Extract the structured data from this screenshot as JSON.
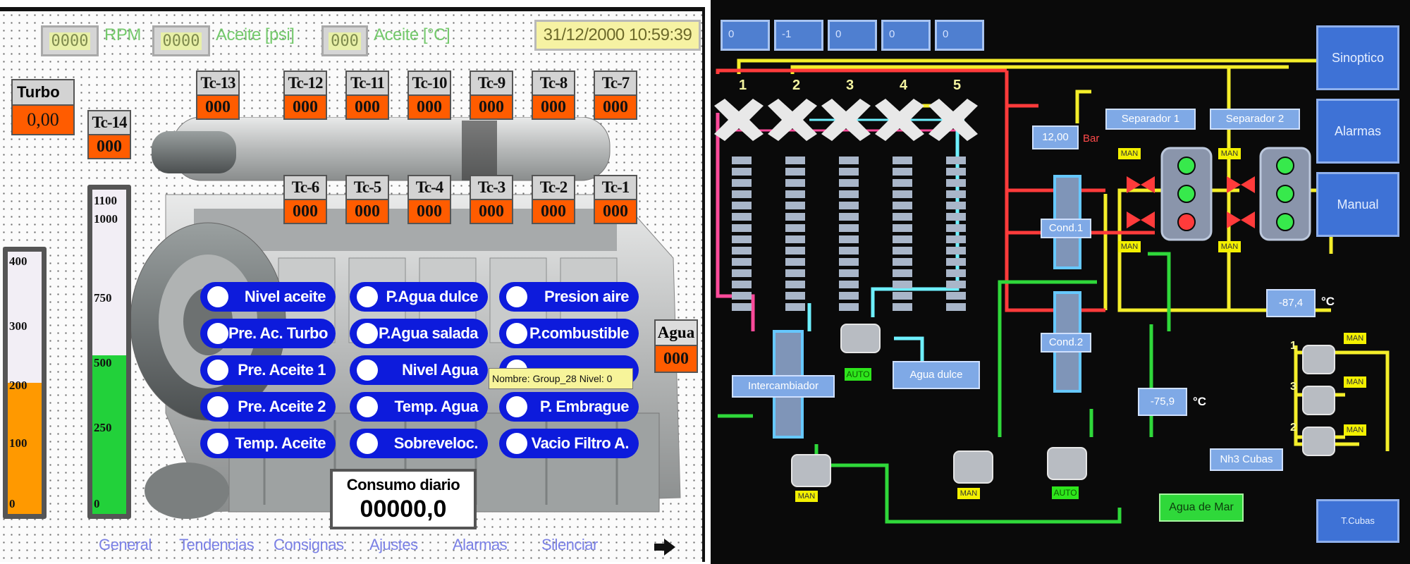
{
  "left": {
    "header": {
      "rpm_value": "0000",
      "rpm_label": "RPM",
      "oil_psi_value": "0000",
      "oil_psi_label": "Aceite [psi]",
      "oil_temp_value": "000",
      "oil_temp_label": "Aceite [°C]",
      "datetime": "31/12/2000 10:59:39"
    },
    "turbo": {
      "name": "Turbo",
      "value": "0,00"
    },
    "tc_top": [
      {
        "name": "Tc-13",
        "value": "000"
      },
      {
        "name": "Tc-12",
        "value": "000"
      },
      {
        "name": "Tc-11",
        "value": "000"
      },
      {
        "name": "Tc-10",
        "value": "000"
      },
      {
        "name": "Tc-9",
        "value": "000"
      },
      {
        "name": "Tc-8",
        "value": "000"
      },
      {
        "name": "Tc-7",
        "value": "000"
      }
    ],
    "tc14": {
      "name": "Tc-14",
      "value": "000"
    },
    "tc_bottom": [
      {
        "name": "Tc-6",
        "value": "000"
      },
      {
        "name": "Tc-5",
        "value": "000"
      },
      {
        "name": "Tc-4",
        "value": "000"
      },
      {
        "name": "Tc-3",
        "value": "000"
      },
      {
        "name": "Tc-2",
        "value": "000"
      },
      {
        "name": "Tc-1",
        "value": "000"
      }
    ],
    "agua": {
      "name": "Agua",
      "value": "000"
    },
    "gauge_left": {
      "ticks": [
        "400",
        "300",
        "200",
        "100",
        "0"
      ],
      "fill_fraction": 0.5,
      "color": "#ff9900"
    },
    "gauge_right": {
      "ticks": [
        "1100",
        "1000",
        "750",
        "500",
        "250",
        "0"
      ],
      "fill_fraction": 0.49,
      "color": "#22d13a"
    },
    "alarms": [
      "Nivel aceite",
      "P.Agua dulce",
      "Presion aire",
      "Pre. Ac. Turbo",
      "P.Agua salada",
      "P.combustible",
      "Pre. Aceite 1",
      "Nivel Agua",
      "",
      "Pre. Aceite 2",
      "Temp. Agua",
      "P. Embrague",
      "Temp. Aceite",
      "Sobreveloc.",
      "Vacio Filtro A."
    ],
    "tooltip": "Nombre: Group_28  Nivel: 0",
    "consumo": {
      "label": "Consumo diario",
      "value": "00000,0"
    },
    "nav": [
      "General",
      "Tendencias",
      "Consignas",
      "Ajustes",
      "Alarmas",
      "Silenciar"
    ]
  },
  "right": {
    "top_buttons": [
      "0",
      "-1",
      "0",
      "0",
      "0"
    ],
    "side_buttons": [
      "Sinoptico",
      "Alarmas",
      "Manual",
      "T.Cubas"
    ],
    "compressors": [
      "1",
      "2",
      "3",
      "4",
      "5"
    ],
    "pressure": {
      "value": "12,00",
      "unit": "Bar"
    },
    "separators": [
      "Separador 1",
      "Separador 2"
    ],
    "cond": [
      "Cond.1",
      "Cond.2"
    ],
    "temp1": {
      "value": "-87,4",
      "unit": "°C"
    },
    "temp2": {
      "value": "-75,9",
      "unit": "°C"
    },
    "intercambiador": "Intercambiador",
    "agua_dulce": "Agua dulce",
    "agua_mar": "Agua de Mar",
    "nh3": "Nh3 Cubas",
    "pump_numbers": [
      "1",
      "3",
      "2"
    ],
    "man": "MAN",
    "auto": "AUTO",
    "colors": {
      "pink": "#ff4a9a",
      "yellow": "#f4ee2a",
      "cyan": "#6ef0ff",
      "green": "#2fd83a",
      "red": "#ff3b3b",
      "button": "#3e72d6"
    }
  }
}
